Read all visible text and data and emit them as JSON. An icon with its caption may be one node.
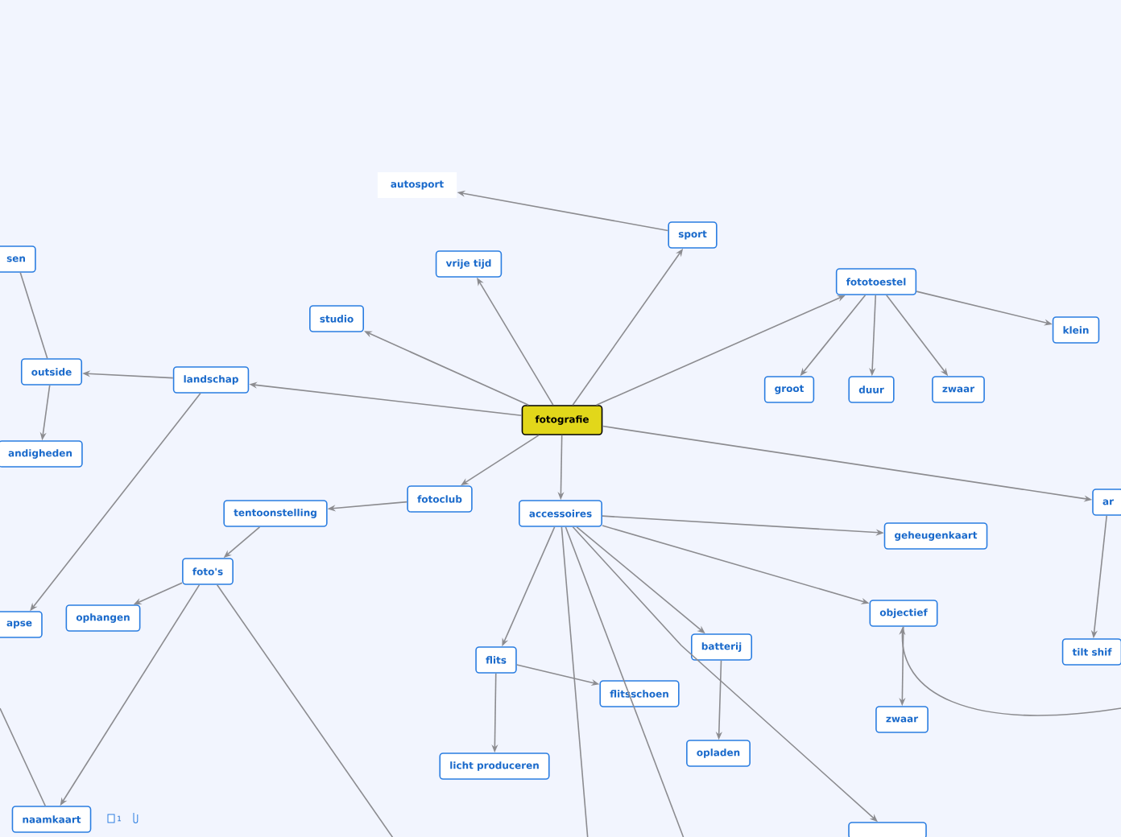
{
  "diagram": {
    "nodes": [
      {
        "text": [
          "fotografie"
        ]
      },
      {
        "text": [
          "autosport"
        ]
      },
      {
        "text": [
          "sport"
        ]
      },
      {
        "text": [
          "vrije tijd"
        ]
      },
      {
        "text": [
          "studio"
        ]
      },
      {
        "text": [
          "fototoestel"
        ]
      },
      {
        "text": [
          "groot"
        ]
      },
      {
        "text": [
          "duur"
        ]
      },
      {
        "text": [
          "zwaar"
        ]
      },
      {
        "text": [
          "klein"
        ]
      },
      {
        "text": [
          "landschap"
        ]
      },
      {
        "text": [
          "outside"
        ]
      },
      {
        "text": [
          "sen"
        ]
      },
      {
        "text": [
          "andigheden"
        ]
      },
      {
        "text": [
          "apse"
        ]
      },
      {
        "text": [
          "tentoonstelling"
        ]
      },
      {
        "text": [
          "foto's"
        ]
      },
      {
        "text": [
          "ophangen"
        ]
      },
      {
        "text": [
          "naamkaart"
        ]
      },
      {
        "text": [
          "fotoclub"
        ]
      },
      {
        "text": [
          "accessoires"
        ]
      },
      {
        "text": [
          "geheugenkaart"
        ]
      },
      {
        "text": [
          "objectief"
        ]
      },
      {
        "text": [
          "zwaar"
        ]
      },
      {
        "text": [
          "ar"
        ]
      },
      {
        "text": [
          "tilt shif"
        ]
      },
      {
        "text": [
          "flits"
        ]
      },
      {
        "text": [
          "flitsschoen"
        ]
      },
      {
        "text": [
          "batterij"
        ]
      },
      {
        "text": [
          "opladen"
        ]
      },
      {
        "text": [
          "licht produceren"
        ]
      },
      {
        "text": [],
        "shape": "box"
      }
    ],
    "edges": [
      {
        "from": 2,
        "to": 1,
        "arrow": "to"
      },
      {
        "from": 0,
        "to": 2,
        "arrow": "to"
      },
      {
        "from": 0,
        "to": 3,
        "arrow": "to"
      },
      {
        "from": 0,
        "to": 4,
        "arrow": "to"
      },
      {
        "from": 0,
        "to": 5,
        "arrow": "to"
      },
      {
        "from": 5,
        "to": 6,
        "arrow": "to"
      },
      {
        "from": 5,
        "to": 7,
        "arrow": "to"
      },
      {
        "from": 5,
        "to": 8,
        "arrow": "to"
      },
      {
        "from": 5,
        "to": 9,
        "arrow": "to"
      },
      {
        "from": 0,
        "to": 10,
        "arrow": "to"
      },
      {
        "from": 10,
        "to": 11,
        "arrow": "to"
      },
      {
        "from": 11,
        "to": 12,
        "arrow": "none"
      },
      {
        "from": 11,
        "to": 13,
        "arrow": "to"
      },
      {
        "from": 10,
        "to": 14,
        "arrow": "to"
      },
      {
        "from": 0,
        "to": 19,
        "arrow": "to"
      },
      {
        "from": 19,
        "to": 15,
        "arrow": "to"
      },
      {
        "from": 15,
        "to": 16,
        "arrow": "to"
      },
      {
        "from": 16,
        "to": 17,
        "arrow": "to"
      },
      {
        "from": 16,
        "to": 18,
        "arrow": "to"
      },
      {
        "from": null,
        "to": 18,
        "arrow": "none"
      },
      {
        "from": 16,
        "to": null,
        "arrow": "none"
      },
      {
        "from": 0,
        "to": 20,
        "arrow": "to"
      },
      {
        "from": 20,
        "to": 21,
        "arrow": "to"
      },
      {
        "from": 20,
        "to": 22,
        "arrow": "to"
      },
      {
        "from": 22,
        "to": 23,
        "arrow": "to"
      },
      {
        "from": null,
        "to": 22,
        "arrow": "to"
      },
      {
        "from": 0,
        "to": 24,
        "arrow": "to"
      },
      {
        "from": 24,
        "to": 25,
        "arrow": "to"
      },
      {
        "from": 20,
        "to": 26,
        "arrow": "to"
      },
      {
        "from": 26,
        "to": 30,
        "arrow": "to"
      },
      {
        "from": 26,
        "to": 27,
        "arrow": "to"
      },
      {
        "from": 20,
        "to": 28,
        "arrow": "to"
      },
      {
        "from": 28,
        "to": 29,
        "arrow": "to"
      },
      {
        "from": 20,
        "to": 31,
        "arrow": "to"
      },
      {
        "from": 20,
        "to": null,
        "arrow": "none"
      },
      {
        "from": 20,
        "to": null,
        "arrow": "none"
      }
    ],
    "labels": [
      "1"
    ]
  }
}
